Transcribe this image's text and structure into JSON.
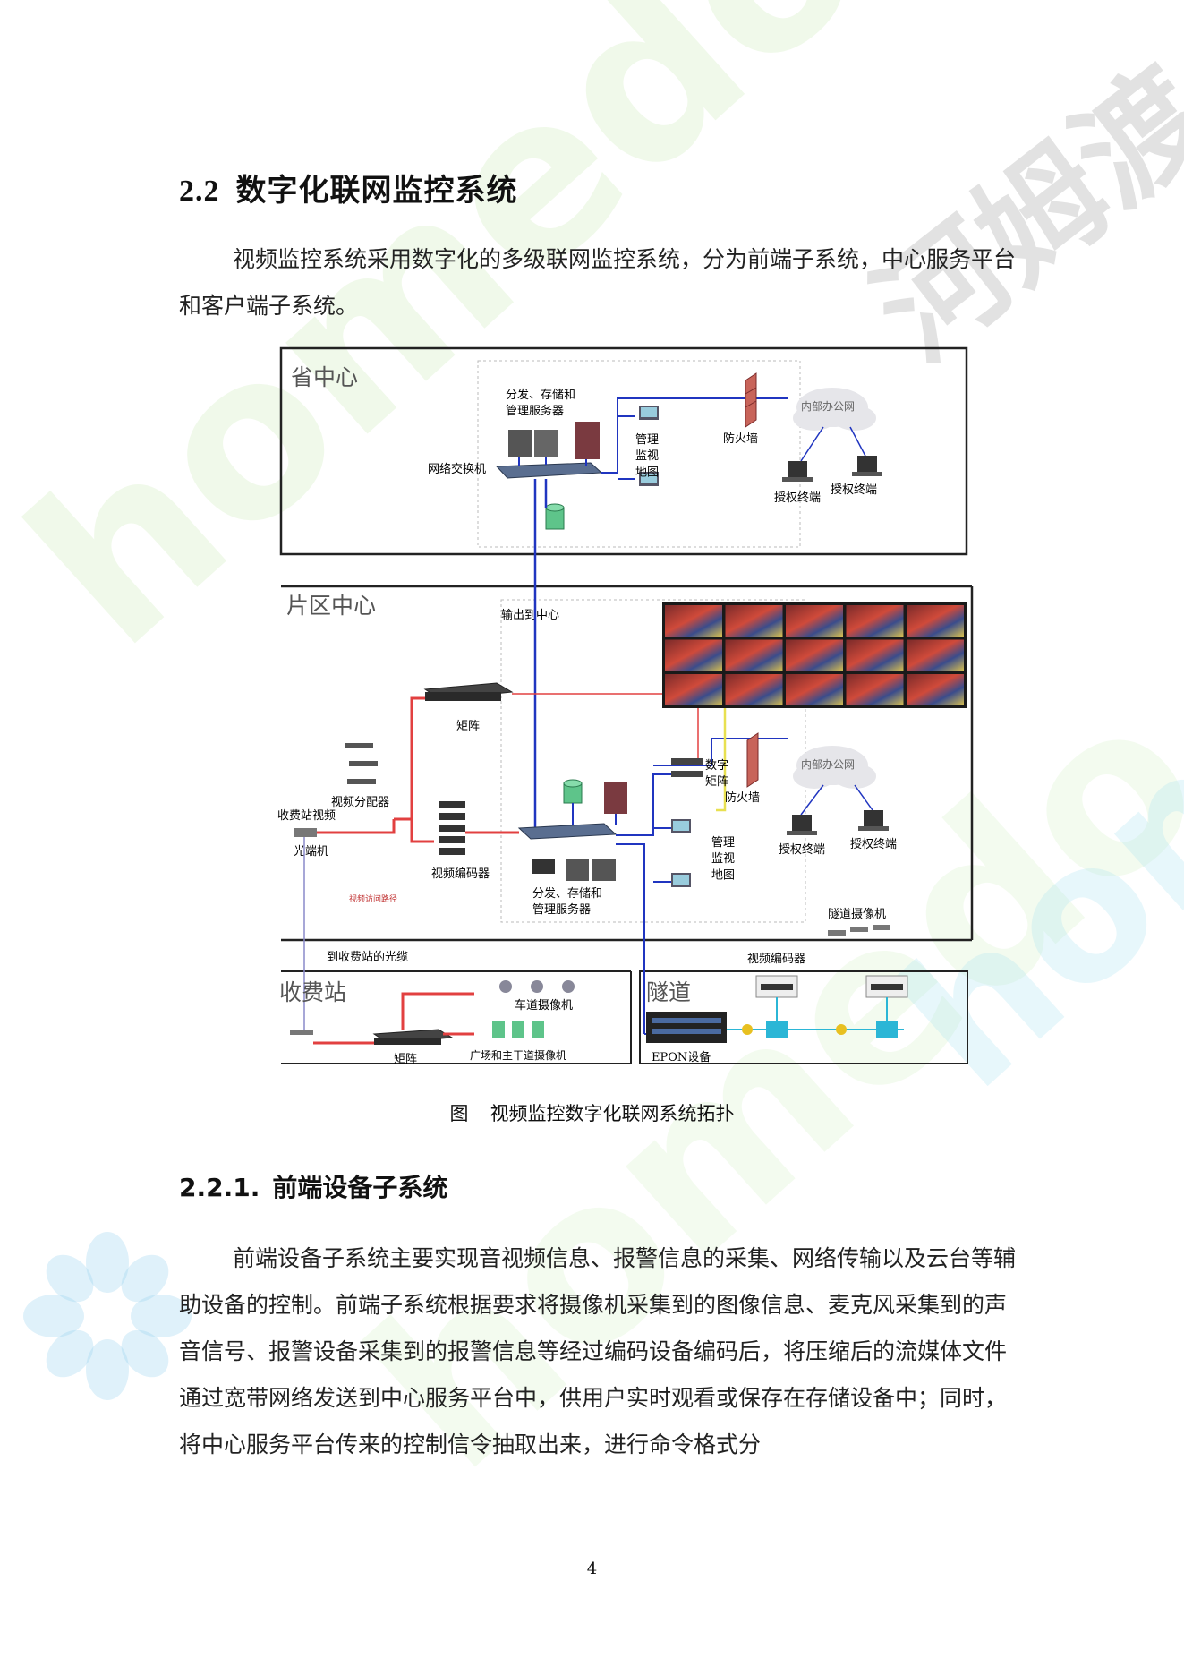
{
  "section": {
    "number": "2.2",
    "title": "数字化联网监控系统"
  },
  "intro": "视频监控系统采用数字化的多级联网监控系统，分为前端子系统，中心服务平台和客户端子系统。",
  "diagram": {
    "province": {
      "title": "省中心",
      "servers": "分发、存储和\n管理服务器",
      "switch": "网络交换机",
      "map": "管理\n监视\n地图",
      "firewall": "防火墙",
      "cloud": "内部办公网",
      "terminal_a": "授权终端",
      "terminal_b": "授权终端"
    },
    "area": {
      "title": "片区中心",
      "output": "输出到中心",
      "matrix": "矩阵",
      "distributor": "视频分配器",
      "toll_video": "收费站视频",
      "optical": "光端机",
      "encoder": "视频编码器",
      "path": "视频访问路径",
      "servers": "分发、存储和\n管理服务器",
      "digital_matrix": "数字\n矩阵",
      "firewall": "防火墙",
      "map": "管理\n监视\n地图",
      "cloud": "内部办公网",
      "terminal_a": "授权终端",
      "terminal_b": "授权终端",
      "tunnel_cam": "隧道摄像机"
    },
    "fiber": "到收费站的光缆",
    "toll": {
      "title": "收费站",
      "lane_cam": "车道摄像机",
      "plaza_cam": "广场和主干道摄像机",
      "matrix": "矩阵"
    },
    "tunnel": {
      "title": "隧道",
      "encoder": "视频编码器",
      "epon": "EPON设备"
    }
  },
  "caption": {
    "label": "图",
    "text": "视频监控数字化联网系统拓扑"
  },
  "subsection": {
    "number": "2.2.1.",
    "title": "前端设备子系统"
  },
  "body": "前端设备子系统主要实现音视频信息、报警信息的采集、网络传输以及云台等辅助设备的控制。前端子系统根据要求将摄像机采集到的图像信息、麦克风采集到的声音信号、报警设备采集到的报警信息等经过编码设备编码后，将压缩后的流媒体文件通过宽带网络发送到中心服务平台中，供用户实时观看或保存在存储设备中；同时，将中心服务平台传来的控制信令抽取出来，进行命令格式分",
  "page_number": "4",
  "watermarks": [
    "homedo.com",
    "homedo.com",
    "河姆渡"
  ]
}
